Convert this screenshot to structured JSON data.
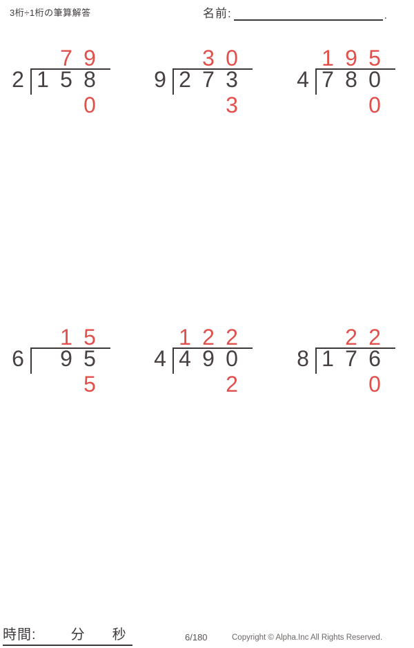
{
  "header": {
    "title": "3桁÷1桁の筆算解答",
    "name_label": "名前:",
    "name_line_suffix": "."
  },
  "colors": {
    "answer_red": "#e2504b",
    "ink": "#474141",
    "line": "#3d3838"
  },
  "problems": [
    {
      "divisor": "2",
      "dividend": [
        "1",
        "5",
        "8"
      ],
      "quotient": [
        "",
        "7",
        "9"
      ],
      "remainder": [
        "",
        "",
        "0"
      ]
    },
    {
      "divisor": "9",
      "dividend": [
        "2",
        "7",
        "3"
      ],
      "quotient": [
        "",
        "3",
        "0"
      ],
      "remainder": [
        "",
        "",
        "3"
      ]
    },
    {
      "divisor": "4",
      "dividend": [
        "7",
        "8",
        "0"
      ],
      "quotient": [
        "1",
        "9",
        "5"
      ],
      "remainder": [
        "",
        "",
        "0"
      ]
    },
    {
      "divisor": "6",
      "dividend": [
        "",
        "9",
        "5"
      ],
      "quotient": [
        "",
        "1",
        "5"
      ],
      "remainder": [
        "",
        "",
        "5"
      ]
    },
    {
      "divisor": "4",
      "dividend": [
        "4",
        "9",
        "0"
      ],
      "quotient": [
        "1",
        "2",
        "2"
      ],
      "remainder": [
        "",
        "",
        "2"
      ]
    },
    {
      "divisor": "8",
      "dividend": [
        "1",
        "7",
        "6"
      ],
      "quotient": [
        "",
        "2",
        "2"
      ],
      "remainder": [
        "",
        "",
        "0"
      ]
    }
  ],
  "footer": {
    "time_label": "時間:",
    "minutes_label": "分",
    "seconds_label": "秒",
    "page_indicator": "6/180",
    "copyright": "Copyright © Alpha.Inc All Rights Reserved."
  }
}
